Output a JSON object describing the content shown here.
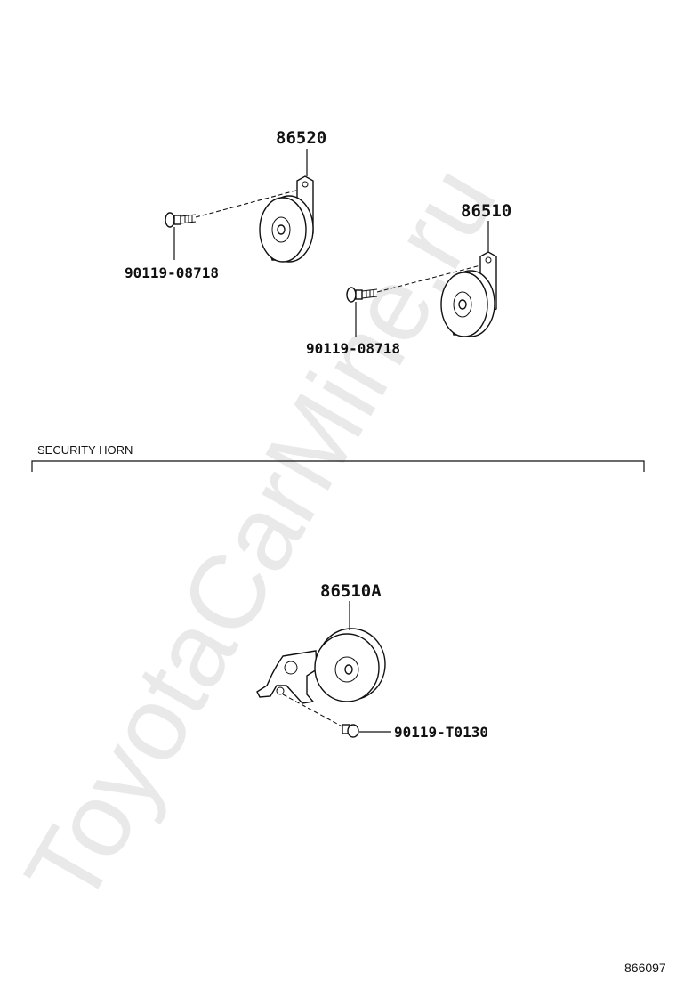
{
  "watermark": "ToyotaCarMine.ru",
  "parts": {
    "horn_high": {
      "number": "86520"
    },
    "bolt_high": {
      "number": "90119-08718"
    },
    "horn_low": {
      "number": "86510"
    },
    "bolt_low": {
      "number": "90119-08718"
    },
    "security_horn": {
      "number": "86510A"
    },
    "security_bolt": {
      "number": "90119-T0130"
    }
  },
  "section": {
    "label": "SECURITY HORN"
  },
  "diagram_id": "866097"
}
